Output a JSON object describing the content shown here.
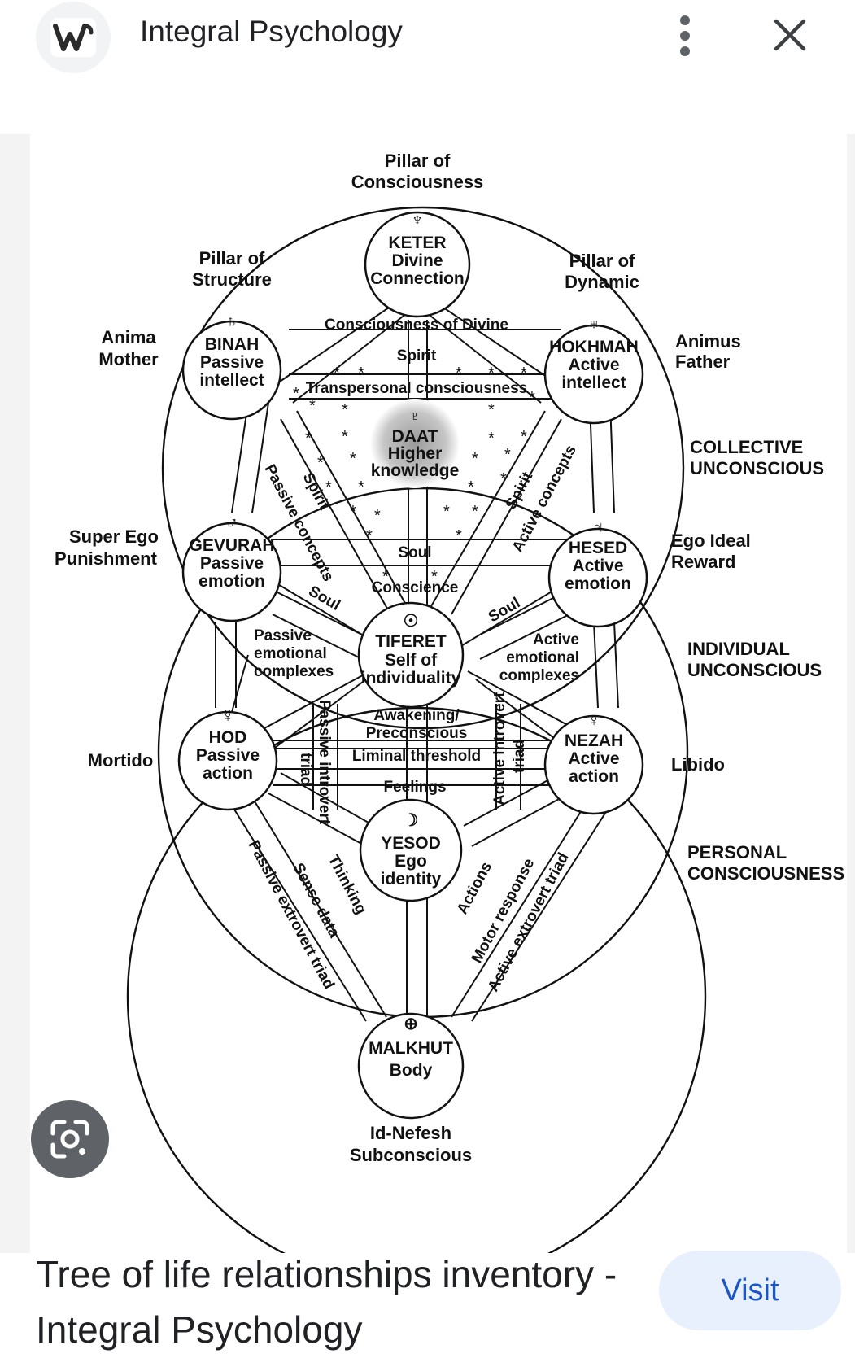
{
  "header": {
    "site_icon": "weebly-w-icon",
    "site_name": "Integral Psychology",
    "more_icon": "more-vert-icon",
    "close_icon": "close-icon"
  },
  "diagram": {
    "top_label": [
      "Pillar of",
      "Consciousness"
    ],
    "pillar_structure": [
      "Pillar of",
      "Structure"
    ],
    "pillar_dynamic": [
      "Pillar of",
      "Dynamic"
    ],
    "anima": [
      "Anima",
      "Mother"
    ],
    "animus": [
      "Animus",
      "Father"
    ],
    "collective": [
      "COLLECTIVE",
      "UNCONSCIOUS"
    ],
    "superego": [
      "Super Ego",
      "Punishment"
    ],
    "egoideal": [
      "Ego Ideal",
      "Reward"
    ],
    "individual": [
      "INDIVIDUAL",
      "UNCONSCIOUS"
    ],
    "mortido": "Mortido",
    "libido": "Libido",
    "personal": [
      "PERSONAL",
      "CONSCIOUSNESS"
    ],
    "bottom_label": [
      "Id-Nefesh",
      "Subconscious"
    ],
    "sephirot": {
      "keter": {
        "symbol": "♆",
        "lines": [
          "KETER",
          "Divine",
          "Connection"
        ]
      },
      "binah": {
        "symbol": "♄",
        "lines": [
          "BINAH",
          "Passive",
          "intellect"
        ]
      },
      "hokhmah": {
        "symbol": "♅",
        "lines": [
          "HOKHMAH",
          "Active",
          "intellect"
        ]
      },
      "daat": {
        "symbol": "♇",
        "lines": [
          "DAAT",
          "Higher",
          "knowledge"
        ]
      },
      "gevurah": {
        "symbol": "♂",
        "lines": [
          "GEVURAH",
          "Passive",
          "emotion"
        ]
      },
      "hesed": {
        "symbol": "♃",
        "lines": [
          "HESED",
          "Active",
          "emotion"
        ]
      },
      "tiferet": {
        "symbol": "☉",
        "lines": [
          "TIFERET",
          "Self of",
          "individuality"
        ]
      },
      "hod": {
        "symbol": "☿",
        "lines": [
          "HOD",
          "Passive",
          "action"
        ]
      },
      "nezah": {
        "symbol": "♀",
        "lines": [
          "NEZAH",
          "Active",
          "action"
        ]
      },
      "yesod": {
        "symbol": "☽",
        "lines": [
          "YESOD",
          "Ego",
          "identity"
        ]
      },
      "malkhut": {
        "symbol": "⊕",
        "lines": [
          "MALKHUT",
          "Body"
        ]
      }
    },
    "paths": {
      "consciousness_divine": "Consciousness of Divine",
      "spirit_top": "Spirit",
      "transpersonal": "Transpersonal consciousness",
      "passive_concepts": "Passive concepts",
      "spirit_left": "Spirit",
      "spirit_right": "Spirit",
      "active_concepts": "Active concepts",
      "soul_mid": "Soul",
      "conscience": "Conscience",
      "soul_left": "Soul",
      "soul_right": "Soul",
      "passive_emotional": [
        "Passive",
        "emotional",
        "complexes"
      ],
      "active_emotional": [
        "Active",
        "emotional",
        "complexes"
      ],
      "passive_introvert": "Passive introvert",
      "passive_introvert_triad": "triad",
      "awakening": [
        "Awakening/",
        "Preconscious"
      ],
      "liminal": "Liminal threshold",
      "feelings": "Feelings",
      "active_introvert": "Active introvert",
      "active_introvert_triad": "triad",
      "passive_extrovert": "Passive extrovert triad",
      "sense_data": "Sense data",
      "thinking": "Thinking",
      "actions": "Actions",
      "motor": "Motor response",
      "active_extrovert": "Active extrovert triad"
    }
  },
  "lens_icon": "google-lens-icon",
  "caption": "Tree of life relationships inventory - Integral Psychology",
  "visit_label": "Visit"
}
